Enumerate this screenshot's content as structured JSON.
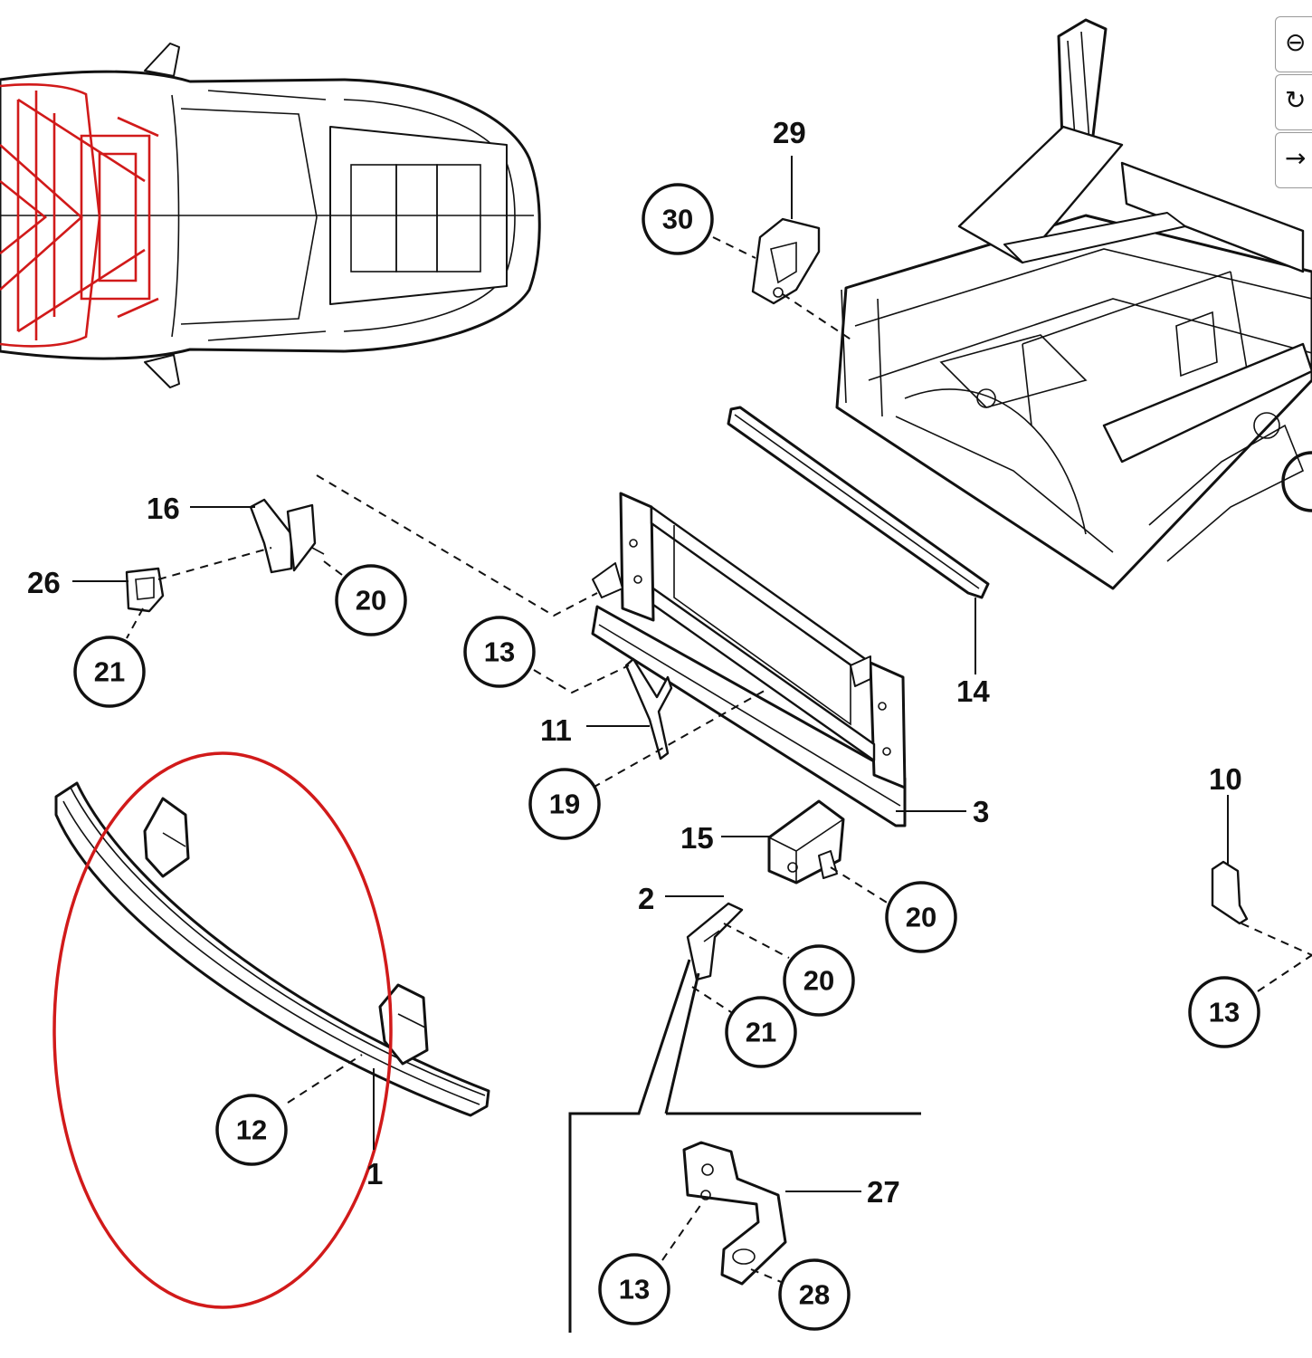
{
  "diagram": {
    "callouts": [
      {
        "id": "c1",
        "text": "1",
        "circled": false
      },
      {
        "id": "c2",
        "text": "2",
        "circled": false
      },
      {
        "id": "c3",
        "text": "3",
        "circled": false
      },
      {
        "id": "c10",
        "text": "10",
        "circled": false
      },
      {
        "id": "c11",
        "text": "11",
        "circled": false
      },
      {
        "id": "c12",
        "text": "12",
        "circled": true
      },
      {
        "id": "c13a",
        "text": "13",
        "circled": true
      },
      {
        "id": "c13b",
        "text": "13",
        "circled": true
      },
      {
        "id": "c13c",
        "text": "13",
        "circled": true
      },
      {
        "id": "c14",
        "text": "14",
        "circled": false
      },
      {
        "id": "c15",
        "text": "15",
        "circled": false
      },
      {
        "id": "c16",
        "text": "16",
        "circled": false
      },
      {
        "id": "c19",
        "text": "19",
        "circled": true
      },
      {
        "id": "c20a",
        "text": "20",
        "circled": true
      },
      {
        "id": "c20b",
        "text": "20",
        "circled": true
      },
      {
        "id": "c20c",
        "text": "20",
        "circled": true
      },
      {
        "id": "c21a",
        "text": "21",
        "circled": true
      },
      {
        "id": "c21b",
        "text": "21",
        "circled": true
      },
      {
        "id": "c26",
        "text": "26",
        "circled": false
      },
      {
        "id": "c27",
        "text": "27",
        "circled": false
      },
      {
        "id": "c28",
        "text": "28",
        "circled": true
      },
      {
        "id": "c29",
        "text": "29",
        "circled": false
      },
      {
        "id": "c30",
        "text": "30",
        "circled": true
      }
    ],
    "highlight_color": "#d11a1a",
    "line_color": "#111111"
  },
  "toolbar": {
    "buttons": [
      {
        "name": "zoom-out-button",
        "icon": "minus-circle-icon",
        "glyph": "⊖"
      },
      {
        "name": "rotate-button",
        "icon": "rotate-icon",
        "glyph": "↻"
      },
      {
        "name": "forward-button",
        "icon": "arrow-right-icon",
        "glyph": "→"
      }
    ]
  }
}
